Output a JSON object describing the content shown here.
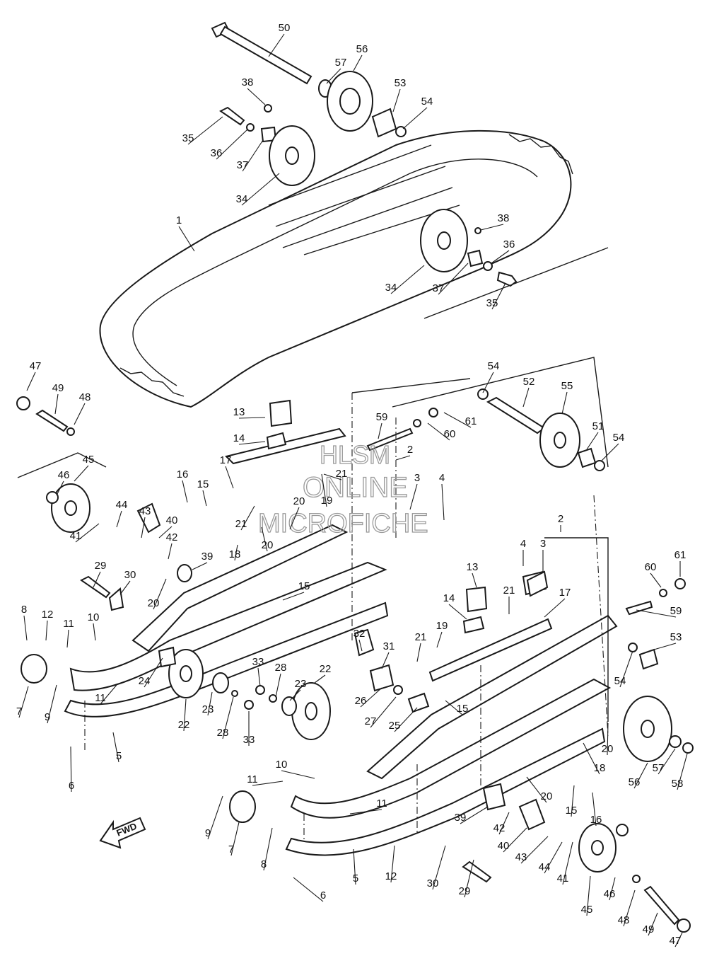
{
  "watermark": {
    "line1": "HLSM",
    "line2": "ONLINE",
    "line3": "MICROFICHE"
  },
  "fwd_label": "FWD",
  "callouts": [
    {
      "id": "c50a",
      "text": "50"
    },
    {
      "id": "c56a",
      "text": "56"
    },
    {
      "id": "c57a",
      "text": "57"
    },
    {
      "id": "c53a",
      "text": "53"
    },
    {
      "id": "c54a",
      "text": "54"
    },
    {
      "id": "c38a",
      "text": "38"
    },
    {
      "id": "c35a",
      "text": "35"
    },
    {
      "id": "c36a",
      "text": "36"
    },
    {
      "id": "c37a",
      "text": "37"
    },
    {
      "id": "c34a",
      "text": "34"
    },
    {
      "id": "c1",
      "text": "1"
    },
    {
      "id": "c38b",
      "text": "38"
    },
    {
      "id": "c36b",
      "text": "36"
    },
    {
      "id": "c34b",
      "text": "34"
    },
    {
      "id": "c37b",
      "text": "37"
    },
    {
      "id": "c35b",
      "text": "35"
    },
    {
      "id": "c47a",
      "text": "47"
    },
    {
      "id": "c49a",
      "text": "49"
    },
    {
      "id": "c48a",
      "text": "48"
    },
    {
      "id": "c45a",
      "text": "45"
    },
    {
      "id": "c46a",
      "text": "46"
    },
    {
      "id": "c44a",
      "text": "44"
    },
    {
      "id": "c43a",
      "text": "43"
    },
    {
      "id": "c40a",
      "text": "40"
    },
    {
      "id": "c42a",
      "text": "42"
    },
    {
      "id": "c41a",
      "text": "41"
    },
    {
      "id": "c39a",
      "text": "39"
    },
    {
      "id": "c29a",
      "text": "29"
    },
    {
      "id": "c30a",
      "text": "30"
    },
    {
      "id": "c20a",
      "text": "20"
    },
    {
      "id": "c13a",
      "text": "13"
    },
    {
      "id": "c14a",
      "text": "14"
    },
    {
      "id": "c16a",
      "text": "16"
    },
    {
      "id": "c15a",
      "text": "15"
    },
    {
      "id": "c17a",
      "text": "17"
    },
    {
      "id": "c21a",
      "text": "21"
    },
    {
      "id": "c20b",
      "text": "20"
    },
    {
      "id": "c19a",
      "text": "19"
    },
    {
      "id": "c21b",
      "text": "21"
    },
    {
      "id": "c20c",
      "text": "20"
    },
    {
      "id": "c18a",
      "text": "18"
    },
    {
      "id": "c15b",
      "text": "15"
    },
    {
      "id": "c59a",
      "text": "59"
    },
    {
      "id": "c60a",
      "text": "60"
    },
    {
      "id": "c61a",
      "text": "61"
    },
    {
      "id": "c2a",
      "text": "2"
    },
    {
      "id": "c3a",
      "text": "3"
    },
    {
      "id": "c4a",
      "text": "4"
    },
    {
      "id": "c54b",
      "text": "54"
    },
    {
      "id": "c52a",
      "text": "52"
    },
    {
      "id": "c55a",
      "text": "55"
    },
    {
      "id": "c51a",
      "text": "51"
    },
    {
      "id": "c54c",
      "text": "54"
    },
    {
      "id": "c2b",
      "text": "2"
    },
    {
      "id": "c4b",
      "text": "4"
    },
    {
      "id": "c3b",
      "text": "3"
    },
    {
      "id": "c61b",
      "text": "61"
    },
    {
      "id": "c60b",
      "text": "60"
    },
    {
      "id": "c59b",
      "text": "59"
    },
    {
      "id": "c13b",
      "text": "13"
    },
    {
      "id": "c14b",
      "text": "14"
    },
    {
      "id": "c21c",
      "text": "21"
    },
    {
      "id": "c17b",
      "text": "17"
    },
    {
      "id": "c19b",
      "text": "19"
    },
    {
      "id": "c21d",
      "text": "21"
    },
    {
      "id": "c53b",
      "text": "53"
    },
    {
      "id": "c54d",
      "text": "54"
    },
    {
      "id": "c8a",
      "text": "8"
    },
    {
      "id": "c12a",
      "text": "12"
    },
    {
      "id": "c11a",
      "text": "11"
    },
    {
      "id": "c10a",
      "text": "10"
    },
    {
      "id": "c7a",
      "text": "7"
    },
    {
      "id": "c9a",
      "text": "9"
    },
    {
      "id": "c24a",
      "text": "24"
    },
    {
      "id": "c11b",
      "text": "11"
    },
    {
      "id": "c5a",
      "text": "5"
    },
    {
      "id": "c6a",
      "text": "6"
    },
    {
      "id": "c22a",
      "text": "22"
    },
    {
      "id": "c23a",
      "text": "23"
    },
    {
      "id": "c28a",
      "text": "28"
    },
    {
      "id": "c33a",
      "text": "33"
    },
    {
      "id": "c33b",
      "text": "33"
    },
    {
      "id": "c28b",
      "text": "28"
    },
    {
      "id": "c22b",
      "text": "22"
    },
    {
      "id": "c23b",
      "text": "23"
    },
    {
      "id": "c32a",
      "text": "32"
    },
    {
      "id": "c31a",
      "text": "31"
    },
    {
      "id": "c26a",
      "text": "26"
    },
    {
      "id": "c27a",
      "text": "27"
    },
    {
      "id": "c25a",
      "text": "25"
    },
    {
      "id": "c15c",
      "text": "15"
    },
    {
      "id": "c20d",
      "text": "20"
    },
    {
      "id": "c18b",
      "text": "18"
    },
    {
      "id": "c20e",
      "text": "20"
    },
    {
      "id": "c57b",
      "text": "57"
    },
    {
      "id": "c56b",
      "text": "56"
    },
    {
      "id": "c58a",
      "text": "58"
    },
    {
      "id": "c15d",
      "text": "15"
    },
    {
      "id": "c16b",
      "text": "16"
    },
    {
      "id": "c10b",
      "text": "10"
    },
    {
      "id": "c11c",
      "text": "11"
    },
    {
      "id": "c11d",
      "text": "11"
    },
    {
      "id": "c39b",
      "text": "39"
    },
    {
      "id": "c42b",
      "text": "42"
    },
    {
      "id": "c40b",
      "text": "40"
    },
    {
      "id": "c43b",
      "text": "43"
    },
    {
      "id": "c44b",
      "text": "44"
    },
    {
      "id": "c41b",
      "text": "41"
    },
    {
      "id": "c9b",
      "text": "9"
    },
    {
      "id": "c7b",
      "text": "7"
    },
    {
      "id": "c8b",
      "text": "8"
    },
    {
      "id": "c12b",
      "text": "12"
    },
    {
      "id": "c5b",
      "text": "5"
    },
    {
      "id": "c6b",
      "text": "6"
    },
    {
      "id": "c30b",
      "text": "30"
    },
    {
      "id": "c29b",
      "text": "29"
    },
    {
      "id": "c45b",
      "text": "45"
    },
    {
      "id": "c46b",
      "text": "46"
    },
    {
      "id": "c48b",
      "text": "48"
    },
    {
      "id": "c49b",
      "text": "49"
    },
    {
      "id": "c47b",
      "text": "47"
    }
  ]
}
